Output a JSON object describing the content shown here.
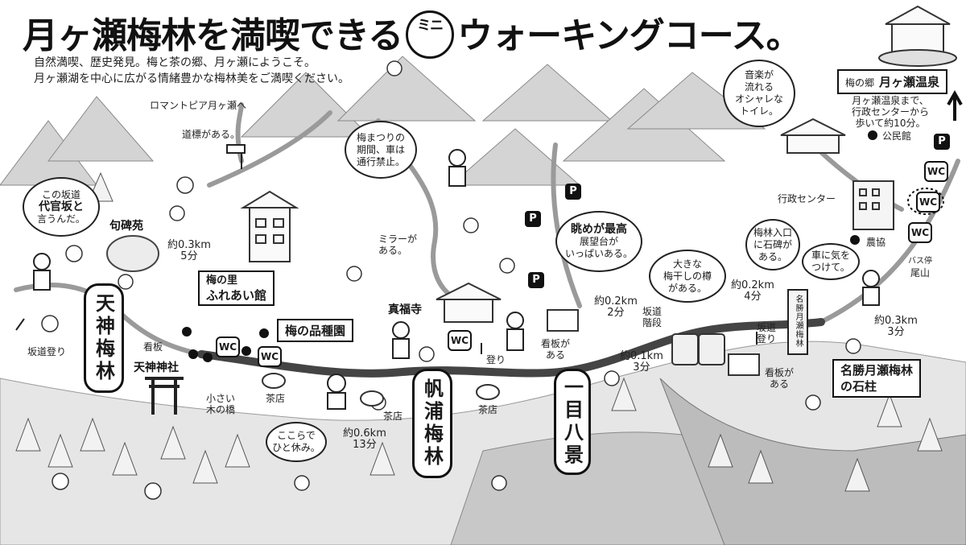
{
  "title": {
    "before_mini": "月ヶ瀬梅林を満喫できる",
    "mini": "ミニ",
    "after_mini": "ウォーキングコース。"
  },
  "intro": {
    "line1": "自然満喫、歴史発見。梅と茶の郷、月ヶ瀬にようこそ。",
    "line2": "月ヶ瀬湖を中心に広がる情緒豊かな梅林美をご満喫ください。"
  },
  "spa": {
    "prefix": "梅の郷",
    "name": "月ヶ瀬温泉",
    "note_line1": "月ヶ瀬温泉まで、",
    "note_line2": "行政センターから",
    "note_line3": "歩いて約10分。"
  },
  "bubbles": {
    "daikansaka_line1": "この坂道",
    "daikansaka_line2": "代官坂と",
    "daikansaka_line3": "言うんだ。",
    "festival_line1": "梅まつりの",
    "festival_line2": "期間、車は",
    "festival_line3": "通行禁止。",
    "toilet_line1": "音楽が",
    "toilet_line2": "流れる",
    "toilet_line3": "オシャレな",
    "toilet_line4": "トイレ。",
    "view_line1": "眺めが最高",
    "view_line2": "展望台が",
    "view_line3": "いっぱいある。",
    "barrel_line1": "大きな",
    "barrel_line2": "梅干しの樽",
    "barrel_line3": "がある。",
    "stone_line1": "梅林入口",
    "stone_line2": "に石碑が",
    "stone_line3": "ある。",
    "car_line1": "車に気を",
    "car_line2": "つけて。",
    "rest_line1": "ここらで",
    "rest_line2": "ひと休み。"
  },
  "areas": {
    "tenjin": "天神梅林",
    "houra": "帆浦梅林",
    "hitome": "一目八景"
  },
  "places": {
    "romantopia": "ロマントピア月ヶ瀬へ",
    "signpost": "道標がある。",
    "kuhien": "句碑苑",
    "fureai_line1": "梅の里",
    "fureai_line2": "ふれあい館",
    "hinshuen": "梅の品種園",
    "tenjin_shrine": "天神神社",
    "small_bridge_line1": "小さい",
    "small_bridge_line2": "木の橋",
    "kanban_left": "看板",
    "slope_left": "坂道登り",
    "mirror_line1": "ミラーが",
    "mirror_line2": "ある。",
    "shinpukuji": "真福寺",
    "nobori": "登り",
    "kanban_mid_line1": "看板が",
    "kanban_mid_line2": "ある",
    "slope_steps_line1": "坂道",
    "slope_steps_line2": "階段",
    "teahouse1": "茶店",
    "teahouse2": "茶店",
    "teahouse3": "茶店",
    "kouminkan": "公民館",
    "gyosei": "行政センター",
    "nokyo": "農協",
    "bus_stop_line1": "バス停",
    "bus_stop_line2": "尾山",
    "slope_right_line1": "坂道",
    "slope_right_line2": "登り",
    "kanban_right_line1": "看板が",
    "kanban_right_line2": "ある",
    "stone_pillar_line1": "名勝月瀬梅林",
    "stone_pillar_line2": "の石柱",
    "pillar_inscription": "名勝月瀬梅林"
  },
  "distances": {
    "d1_dist": "約0.3km",
    "d1_time": "5分",
    "d2_dist": "約0.6km",
    "d2_time": "13分",
    "d3_dist": "約0.2km",
    "d3_time": "2分",
    "d4_dist": "約0.1km",
    "d4_time": "3分",
    "d5_dist": "約0.2km",
    "d5_time": "4分",
    "d6_dist": "約0.3km",
    "d6_time": "3分"
  },
  "icons": {
    "wc": "WC",
    "parking": "P"
  }
}
